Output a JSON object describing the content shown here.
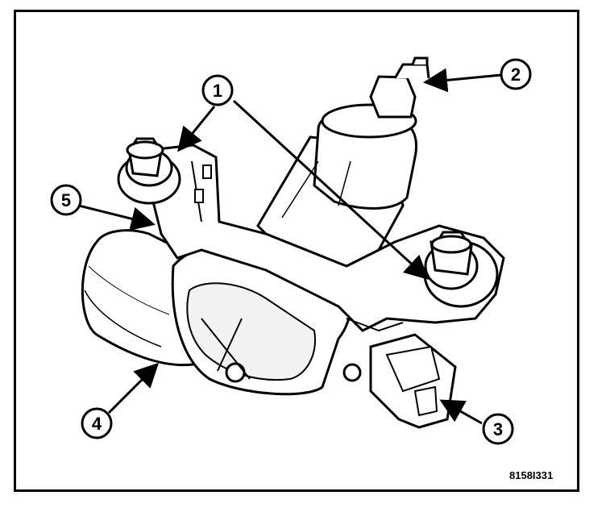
{
  "callouts": [
    {
      "id": "callout-1",
      "label": "1"
    },
    {
      "id": "callout-2",
      "label": "2"
    },
    {
      "id": "callout-3",
      "label": "3"
    },
    {
      "id": "callout-4",
      "label": "4"
    },
    {
      "id": "callout-5",
      "label": "5"
    }
  ],
  "figure_id": "8158I331",
  "colors": {
    "ink": "#000000",
    "paper": "#ffffff",
    "shade": "#e6e6e6"
  }
}
